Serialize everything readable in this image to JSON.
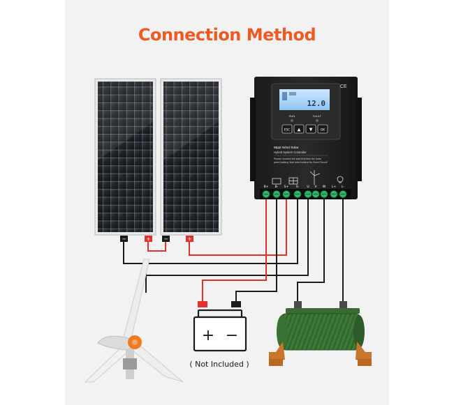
{
  "title": "Connection Method",
  "title_color": "#ee5a24",
  "wire_colors": {
    "positive": "#e0322b",
    "negative": "#1a1a1a"
  },
  "controller": {
    "name_line1": "Mppt Wind Solar",
    "name_line2": "Hybrid System Controller",
    "note": "Please connect the load first,then the solar panel,battery, final wind turbine.No Short Circuit!",
    "brand_mark": "CE",
    "lcd_reading": "12.0",
    "indicators": [
      "RUN",
      "FAULT"
    ],
    "buttons": [
      "ESC",
      "▲",
      "▼",
      "OK"
    ],
    "terminal_labels": [
      "B+",
      "B-",
      "S+",
      "S-",
      "U",
      "V",
      "W",
      "L+",
      "L-"
    ]
  },
  "battery": {
    "plus": "+",
    "minus": "−",
    "caption": "( Not Included )"
  },
  "solar_panel_count": 2
}
